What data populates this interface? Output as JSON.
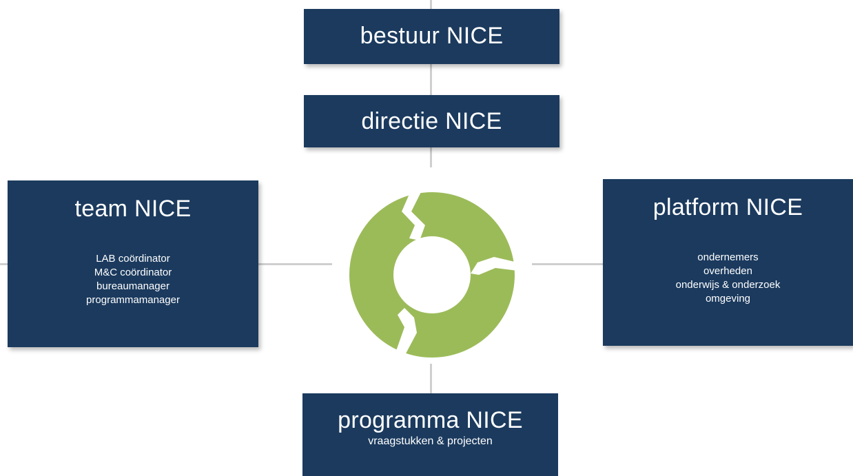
{
  "boxes": {
    "bestuur": {
      "title": "bestuur NICE"
    },
    "directie": {
      "title": "directie NICE"
    },
    "team": {
      "title": "team NICE",
      "items": [
        "LAB coördinator",
        "M&C coördinator",
        "bureaumanager",
        "programmamanager"
      ]
    },
    "platform": {
      "title": "platform NICE",
      "items": [
        "ondernemers",
        "overheden",
        "onderwijs & onderzoek",
        "omgeving"
      ]
    },
    "programma": {
      "title": "programma NICE",
      "subtitle": "vraagstukken & projecten"
    }
  },
  "colors": {
    "box_fill": "#1b3a5e",
    "box_text": "#ffffff",
    "connector": "#cfcfcf",
    "cycle_green": "#9bbb59"
  },
  "icons": {
    "center": "cycle-arrows-icon"
  }
}
